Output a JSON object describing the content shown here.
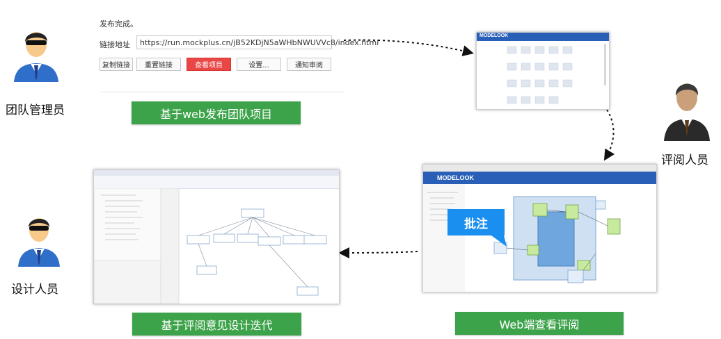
{
  "roles": {
    "team_manager": "团队管理员",
    "reviewer": "评阅人员",
    "designer": "设计人员"
  },
  "publish_panel": {
    "status": "发布完成。",
    "link_label": "链接地址",
    "url": "https://run.mockplus.cn/jB52KDjN5aWHbNWUVVc8/index.html",
    "buttons": [
      "复制链接",
      "重置链接",
      "查看项目",
      "设置...",
      "通知审阅"
    ]
  },
  "steps": {
    "publish": "基于web发布团队项目",
    "view_review": "Web端查看评阅",
    "iterate": "基于评阅意见设计迭代"
  },
  "web_view": {
    "brand": "MODELOOK",
    "callout": "批注"
  },
  "colors": {
    "step_green": "#3da34a",
    "highlight_red": "#e94646",
    "callout_blue": "#1a8ff0",
    "brand_blue": "#2a5fb8"
  }
}
